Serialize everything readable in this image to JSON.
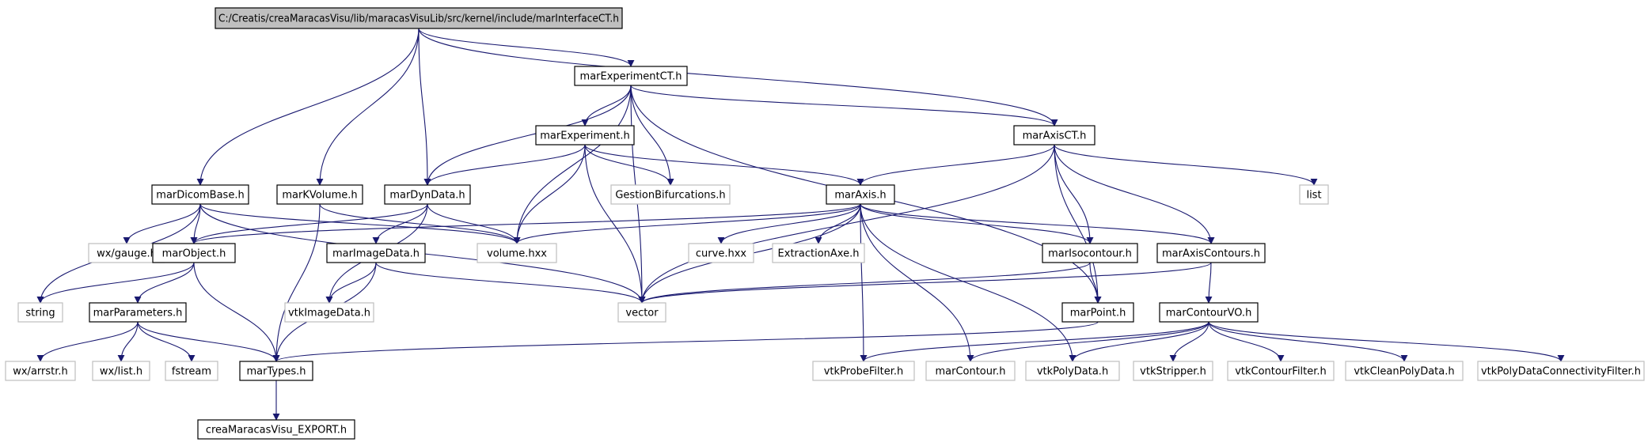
{
  "diagram": {
    "type": "include-dependency-graph",
    "colors": {
      "edge": "#191970",
      "root_fill": "#bfbfbf",
      "node_border": "#000000",
      "external_border": "#bfbfbf",
      "text": "#000000"
    },
    "nodes": [
      {
        "id": "root",
        "label": "C:/Creatis/creaMaracasVisu/lib/maracasVisuLib/src/kernel/include/marInterfaceCT.h",
        "kind": "root"
      },
      {
        "id": "marExperimentCT",
        "label": "marExperimentCT.h",
        "kind": "file"
      },
      {
        "id": "marExperiment",
        "label": "marExperiment.h",
        "kind": "file"
      },
      {
        "id": "marAxisCT",
        "label": "marAxisCT.h",
        "kind": "file"
      },
      {
        "id": "marDicomBase",
        "label": "marDicomBase.h",
        "kind": "file"
      },
      {
        "id": "marKVolume",
        "label": "marKVolume.h",
        "kind": "file"
      },
      {
        "id": "marDynData",
        "label": "marDynData.h",
        "kind": "file"
      },
      {
        "id": "GestionBifurcations",
        "label": "GestionBifurcations.h",
        "kind": "external"
      },
      {
        "id": "marAxis",
        "label": "marAxis.h",
        "kind": "file"
      },
      {
        "id": "list",
        "label": "list",
        "kind": "external"
      },
      {
        "id": "wxgauge",
        "label": "wx/gauge.h",
        "kind": "external"
      },
      {
        "id": "marObject",
        "label": "marObject.h",
        "kind": "file"
      },
      {
        "id": "volume",
        "label": "volume.hxx",
        "kind": "external"
      },
      {
        "id": "curve",
        "label": "curve.hxx",
        "kind": "external"
      },
      {
        "id": "ExtractionAxe",
        "label": "ExtractionAxe.h",
        "kind": "external"
      },
      {
        "id": "marIsocontour",
        "label": "marIsocontour.h",
        "kind": "file"
      },
      {
        "id": "marAxisContours",
        "label": "marAxisContours.h",
        "kind": "file"
      },
      {
        "id": "marImageData",
        "label": "marImageData.h",
        "kind": "file"
      },
      {
        "id": "string",
        "label": "string",
        "kind": "external"
      },
      {
        "id": "vtkImageData",
        "label": "vtkImageData.h",
        "kind": "external"
      },
      {
        "id": "vector",
        "label": "vector",
        "kind": "external"
      },
      {
        "id": "marParameters",
        "label": "marParameters.h",
        "kind": "file"
      },
      {
        "id": "marPoint",
        "label": "marPoint.h",
        "kind": "file"
      },
      {
        "id": "marContourVO",
        "label": "marContourVO.h",
        "kind": "file"
      },
      {
        "id": "wxarrstr",
        "label": "wx/arrstr.h",
        "kind": "external"
      },
      {
        "id": "wxlist",
        "label": "wx/list.h",
        "kind": "external"
      },
      {
        "id": "fstream",
        "label": "fstream",
        "kind": "external"
      },
      {
        "id": "marTypes",
        "label": "marTypes.h",
        "kind": "file"
      },
      {
        "id": "vtkProbeFilter",
        "label": "vtkProbeFilter.h",
        "kind": "external"
      },
      {
        "id": "marContour",
        "label": "marContour.h",
        "kind": "external"
      },
      {
        "id": "vtkPolyData",
        "label": "vtkPolyData.h",
        "kind": "external"
      },
      {
        "id": "vtkStripper",
        "label": "vtkStripper.h",
        "kind": "external"
      },
      {
        "id": "vtkContourFilter",
        "label": "vtkContourFilter.h",
        "kind": "external"
      },
      {
        "id": "vtkCleanPolyData",
        "label": "vtkCleanPolyData.h",
        "kind": "external"
      },
      {
        "id": "vtkPolyDataConnectivityFilter",
        "label": "vtkPolyDataConnectivityFilter.h",
        "kind": "external"
      },
      {
        "id": "creaExport",
        "label": "creaMaracasVisu_EXPORT.h",
        "kind": "file"
      }
    ],
    "edges": [
      [
        "root",
        "marExperimentCT"
      ],
      [
        "root",
        "marAxisCT"
      ],
      [
        "root",
        "marDicomBase"
      ],
      [
        "root",
        "marKVolume"
      ],
      [
        "root",
        "marDynData"
      ],
      [
        "marExperimentCT",
        "marExperiment"
      ],
      [
        "marExperimentCT",
        "marAxisCT"
      ],
      [
        "marExperimentCT",
        "marDynData"
      ],
      [
        "marExperimentCT",
        "GestionBifurcations"
      ],
      [
        "marExperimentCT",
        "volume"
      ],
      [
        "marExperimentCT",
        "vector"
      ],
      [
        "marExperimentCT",
        "marPoint"
      ],
      [
        "marExperiment",
        "marDynData"
      ],
      [
        "marExperiment",
        "GestionBifurcations"
      ],
      [
        "marExperiment",
        "marAxis"
      ],
      [
        "marExperiment",
        "volume"
      ],
      [
        "marExperiment",
        "vector"
      ],
      [
        "marAxisCT",
        "marAxis"
      ],
      [
        "marAxisCT",
        "list"
      ],
      [
        "marAxisCT",
        "marIsocontour"
      ],
      [
        "marAxisCT",
        "marAxisContours"
      ],
      [
        "marAxisCT",
        "vector"
      ],
      [
        "marAxisCT",
        "marPoint"
      ],
      [
        "marDicomBase",
        "wxgauge"
      ],
      [
        "marDicomBase",
        "marObject"
      ],
      [
        "marDicomBase",
        "volume"
      ],
      [
        "marDicomBase",
        "string"
      ],
      [
        "marDicomBase",
        "vector"
      ],
      [
        "marKVolume",
        "volume"
      ],
      [
        "marKVolume",
        "marTypes"
      ],
      [
        "marDynData",
        "marObject"
      ],
      [
        "marDynData",
        "volume"
      ],
      [
        "marDynData",
        "marImageData"
      ],
      [
        "marDynData",
        "vtkImageData"
      ],
      [
        "marAxis",
        "marObject"
      ],
      [
        "marAxis",
        "volume"
      ],
      [
        "marAxis",
        "curve"
      ],
      [
        "marAxis",
        "ExtractionAxe"
      ],
      [
        "marAxis",
        "marIsocontour"
      ],
      [
        "marAxis",
        "marAxisContours"
      ],
      [
        "marAxis",
        "vector"
      ],
      [
        "marAxis",
        "vtkProbeFilter"
      ],
      [
        "marAxis",
        "marContour"
      ],
      [
        "marAxis",
        "vtkPolyData"
      ],
      [
        "marObject",
        "string"
      ],
      [
        "marObject",
        "marParameters"
      ],
      [
        "marObject",
        "marTypes"
      ],
      [
        "marImageData",
        "vtkImageData"
      ],
      [
        "marImageData",
        "vector"
      ],
      [
        "marImageData",
        "marTypes"
      ],
      [
        "marIsocontour",
        "vector"
      ],
      [
        "marIsocontour",
        "marPoint"
      ],
      [
        "marAxisContours",
        "vector"
      ],
      [
        "marAxisContours",
        "marContourVO"
      ],
      [
        "marParameters",
        "wxarrstr"
      ],
      [
        "marParameters",
        "wxlist"
      ],
      [
        "marParameters",
        "fstream"
      ],
      [
        "marParameters",
        "marTypes"
      ],
      [
        "marPoint",
        "marTypes"
      ],
      [
        "marContourVO",
        "vtkProbeFilter"
      ],
      [
        "marContourVO",
        "marContour"
      ],
      [
        "marContourVO",
        "vtkPolyData"
      ],
      [
        "marContourVO",
        "vtkStripper"
      ],
      [
        "marContourVO",
        "vtkContourFilter"
      ],
      [
        "marContourVO",
        "vtkCleanPolyData"
      ],
      [
        "marContourVO",
        "vtkPolyDataConnectivityFilter"
      ],
      [
        "marTypes",
        "creaExport"
      ]
    ]
  }
}
